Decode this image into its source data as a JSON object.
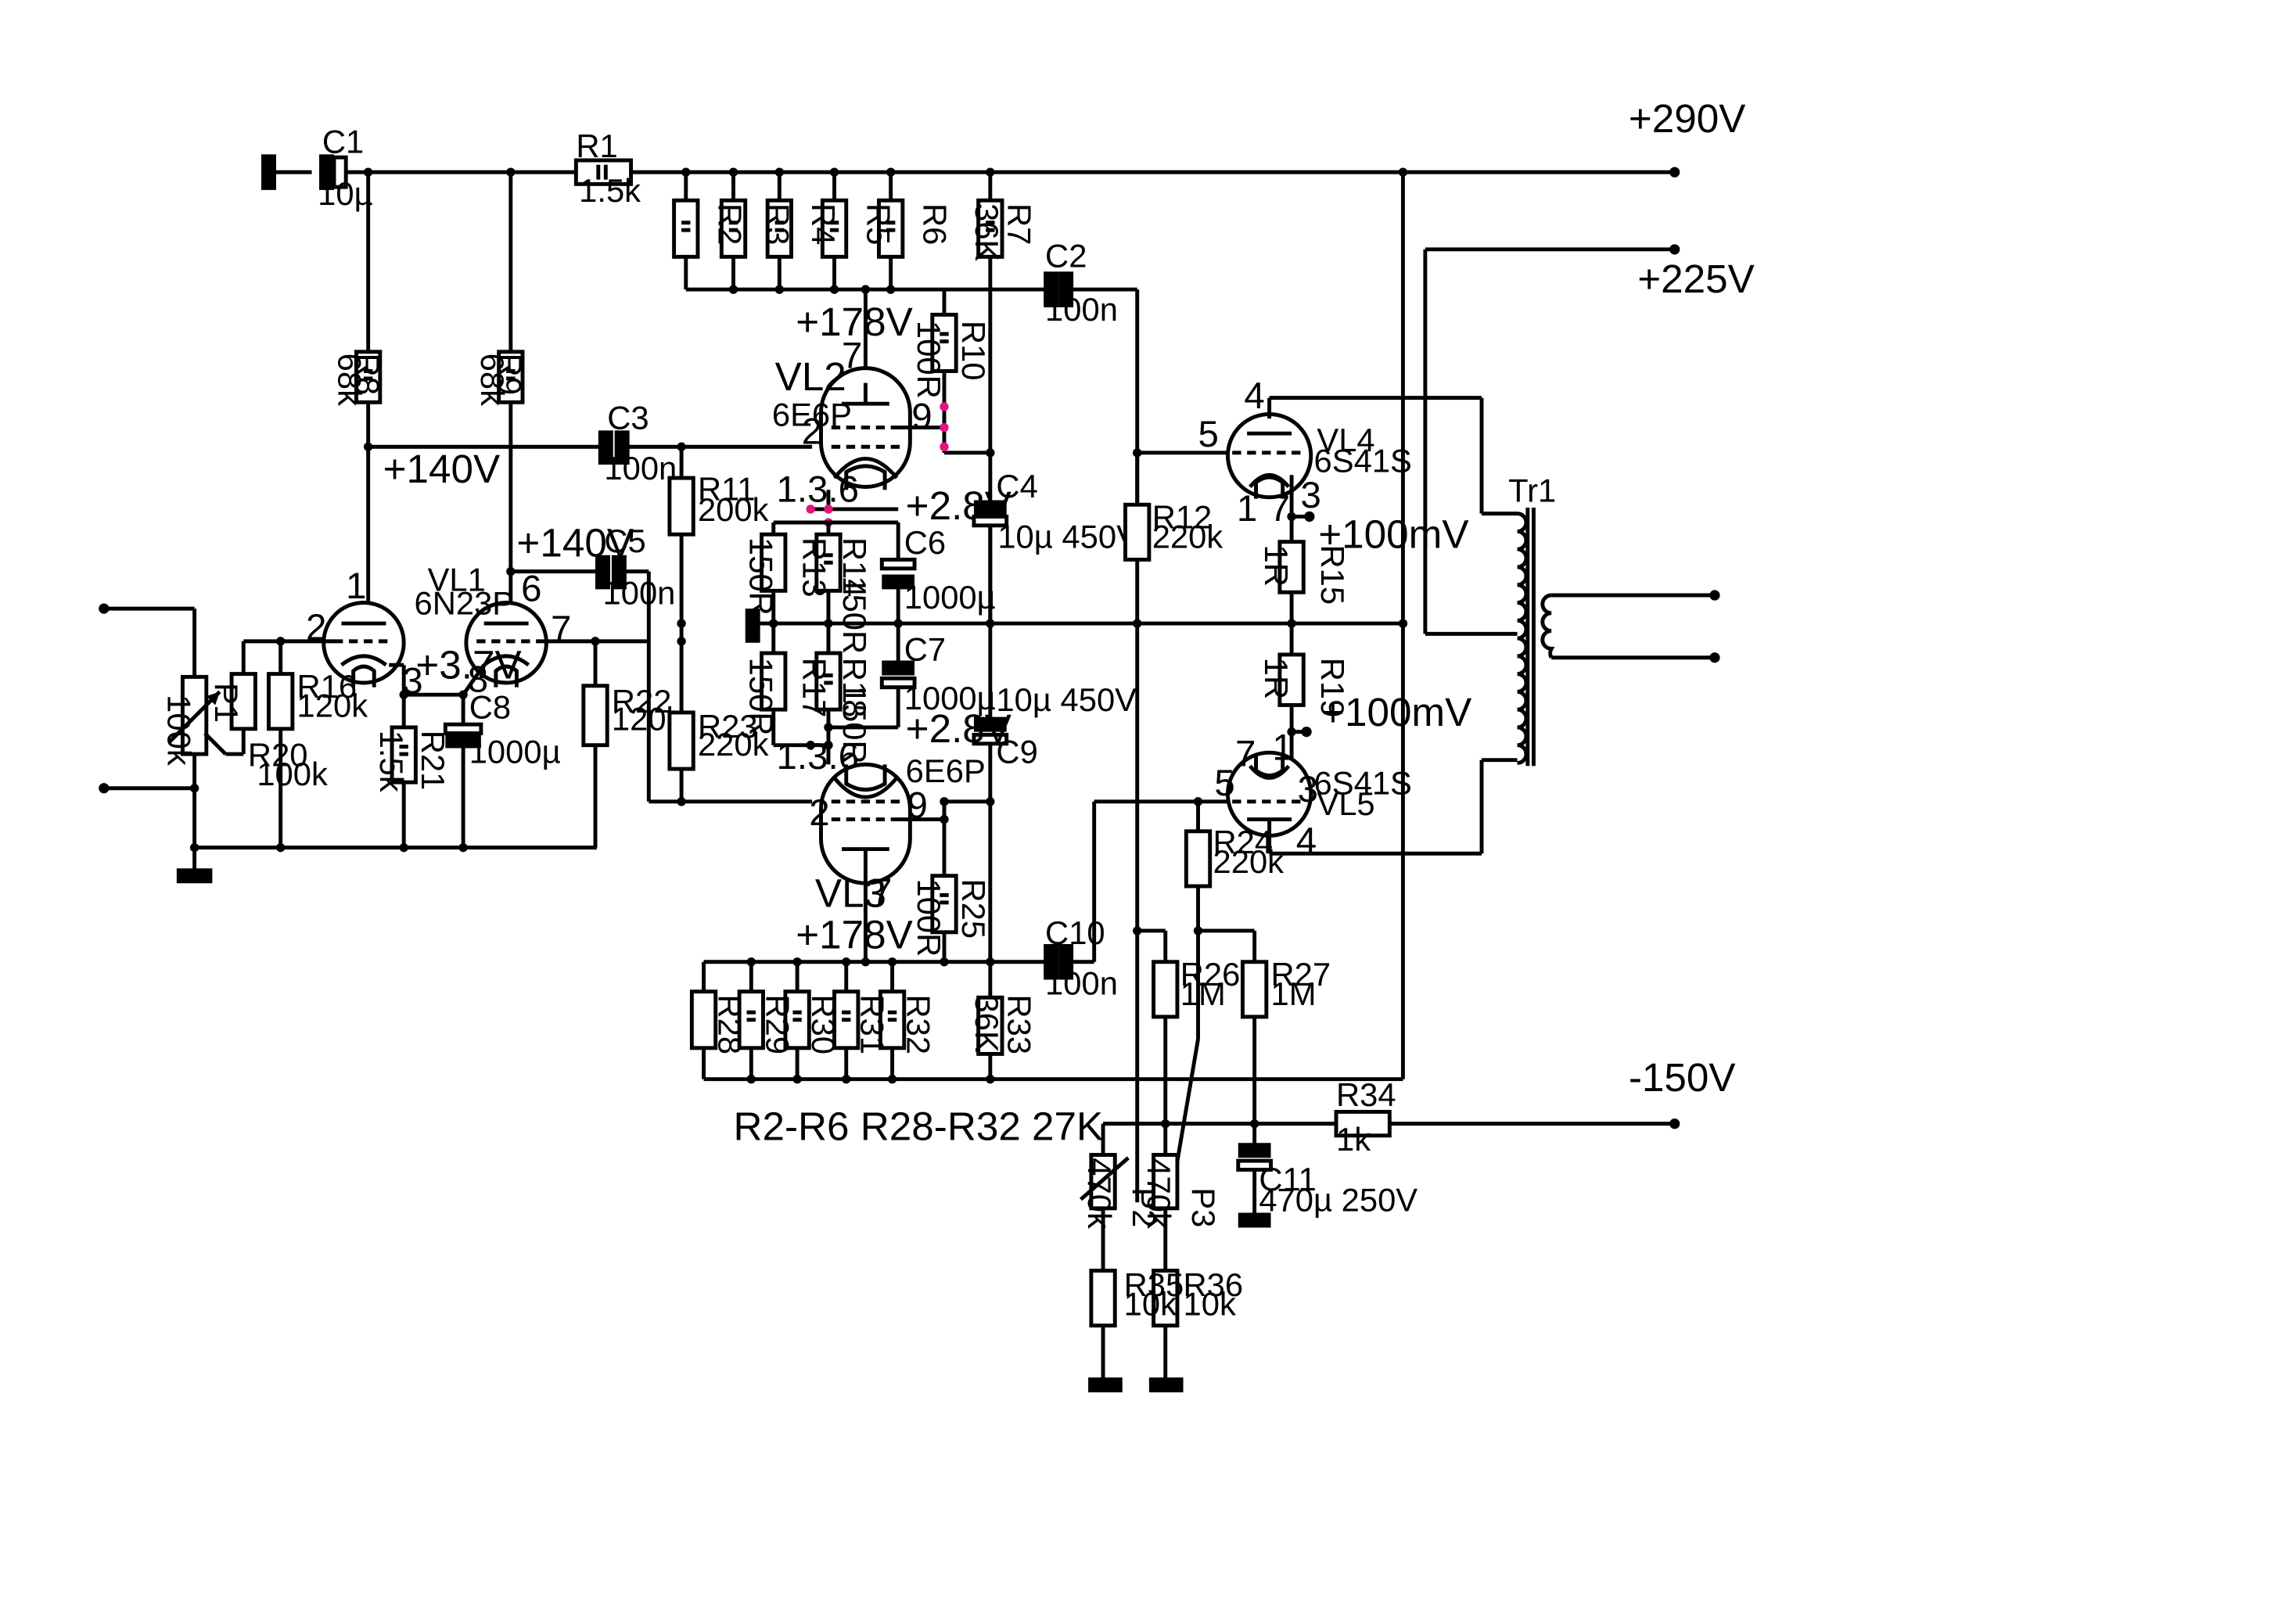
{
  "rails": {
    "v290": "+290V",
    "v225": "+225V",
    "vneg150": "-150V"
  },
  "note": "R2-R6 R28-R32 27K",
  "transformer": "Tr1",
  "tubes": {
    "vl1": {
      "name": "VL1",
      "type": "6N23P"
    },
    "vl2": {
      "name": "VL2",
      "type": "6E6P"
    },
    "vl3": {
      "name": "VL3",
      "type": "6E6P"
    },
    "vl4": {
      "name": "VL4",
      "type": "6S41S"
    },
    "vl5": {
      "name": "VL5",
      "type": "6S41S"
    }
  },
  "pins": {
    "vl1_1": "1",
    "vl1_2": "2",
    "vl1_3": "3",
    "vl1_6": "6",
    "vl1_7": "7",
    "vl1_8": "8",
    "vl2_7": "7",
    "vl2_2": "2",
    "vl2_9": "9",
    "vl2_136": "1.3.6",
    "vl3_2": "2",
    "vl3_9": "9",
    "vl3_7": "7",
    "vl3_136": "1.3.6",
    "vl4_4": "4",
    "vl4_5": "5",
    "vl4_1": "1",
    "vl4_7": "7",
    "vl4_3": "3",
    "vl5_7": "7",
    "vl5_1": "1",
    "vl5_3": "3",
    "vl5_5": "5",
    "vl5_4": "4"
  },
  "voltages": {
    "v140a": "+140V",
    "v140b": "+140V",
    "v37": "+3.7V",
    "v178a": "+178V",
    "v178b": "+178V",
    "v28a": "+2.8V",
    "v28b": "+2.8V",
    "mv100a": "+100mV",
    "mv100b": "+100mV"
  },
  "components": {
    "C1": {
      "name": "C1",
      "value": "10µ"
    },
    "R1": {
      "name": "R1",
      "value": "1.5k"
    },
    "R2": {
      "name": "R2"
    },
    "R3": {
      "name": "R3"
    },
    "R4": {
      "name": "R4"
    },
    "R5": {
      "name": "R5"
    },
    "R6": {
      "name": "R6"
    },
    "R7": {
      "name": "R7",
      "value": "36K"
    },
    "C2": {
      "name": "C2",
      "value": "100n"
    },
    "R8": {
      "name": "R8",
      "value": "68k"
    },
    "R9": {
      "name": "R9",
      "value": "68k"
    },
    "R10": {
      "name": "R10",
      "value": "100R"
    },
    "C3": {
      "name": "C3",
      "value": "100n"
    },
    "R11": {
      "name": "R11",
      "value": "200k"
    },
    "C4": {
      "name": "C4",
      "value": "10µ 450V"
    },
    "R12": {
      "name": "R12",
      "value": "220k"
    },
    "R13": {
      "name": "R13",
      "value": "150R"
    },
    "R14": {
      "name": "R14",
      "value": "150R"
    },
    "C6": {
      "name": "C6",
      "value": "1000µ"
    },
    "C5": {
      "name": "C5",
      "value": "100n"
    },
    "R15": {
      "name": "R15",
      "value": "1R"
    },
    "R16": {
      "name": "R16",
      "value": "120k"
    },
    "P1": {
      "name": "P1",
      "value": "100k"
    },
    "R20": {
      "name": "R20",
      "value": "100k"
    },
    "R21": {
      "name": "R21",
      "value": "1.5k"
    },
    "C8": {
      "name": "C8",
      "value": "1000µ"
    },
    "R22": {
      "name": "R22",
      "value": "120k"
    },
    "R17": {
      "name": "R17",
      "value": "150R"
    },
    "R18": {
      "name": "R18",
      "value": "150R"
    },
    "C7": {
      "name": "C7",
      "value": "1000µ"
    },
    "C9": {
      "name": "C9",
      "value": "10µ 450V"
    },
    "R19": {
      "name": "R19",
      "value": "1R"
    },
    "R23": {
      "name": "R23",
      "value": "220k"
    },
    "R24": {
      "name": "R24",
      "value": "220k"
    },
    "R25": {
      "name": "R25",
      "value": "100R"
    },
    "C10": {
      "name": "C10",
      "value": "100n"
    },
    "R26": {
      "name": "R26",
      "value": "1M"
    },
    "R27": {
      "name": "R27",
      "value": "1M"
    },
    "R28": {
      "name": "R28"
    },
    "R29": {
      "name": "R29"
    },
    "R30": {
      "name": "R30"
    },
    "R31": {
      "name": "R31"
    },
    "R32": {
      "name": "R32"
    },
    "R33": {
      "name": "R33",
      "value": "36K"
    },
    "R34": {
      "name": "R34",
      "value": "1k"
    },
    "C11": {
      "name": "C11",
      "value": "470µ 250V"
    },
    "P2": {
      "name": "P2",
      "value": "470k"
    },
    "P3": {
      "name": "P3",
      "value": "470k"
    },
    "R35": {
      "name": "R35",
      "value": "10k"
    },
    "R36": {
      "name": "R36",
      "value": "10k"
    }
  }
}
